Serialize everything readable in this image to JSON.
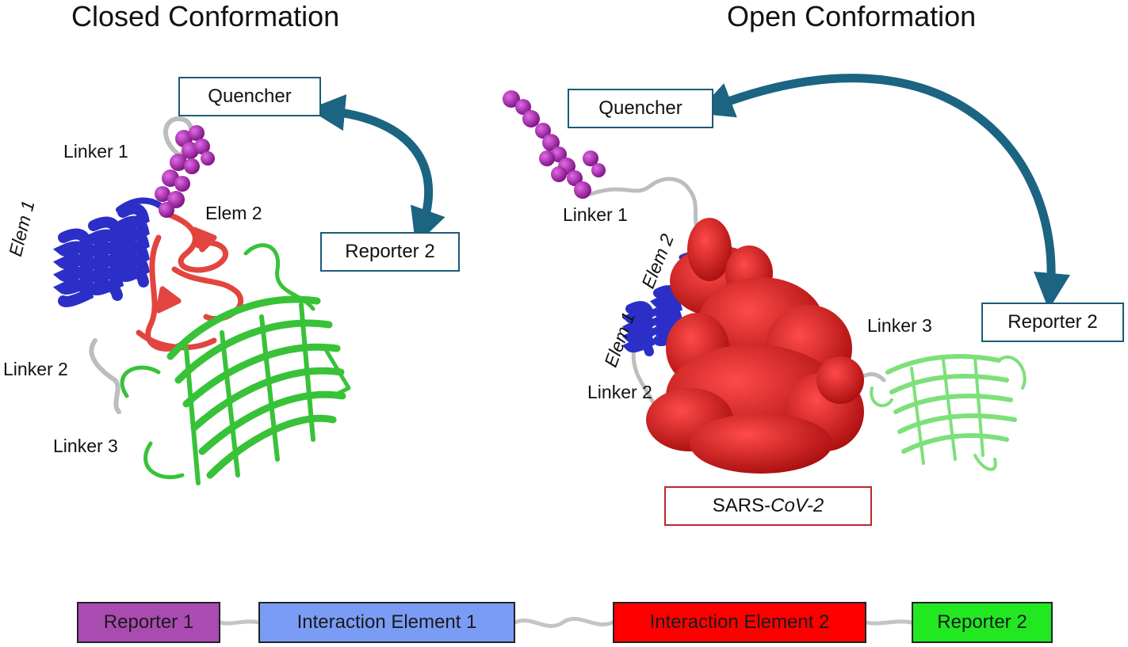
{
  "titles": {
    "closed": "Closed Conformation",
    "open": "Open Conformation"
  },
  "closed": {
    "quencher": "Quencher",
    "reporter2": "Reporter 2",
    "linker1": "Linker 1",
    "elem2": "Elem 2",
    "elem1": "Elem 1",
    "linker2": "Linker 2",
    "linker3": "Linker 3"
  },
  "open": {
    "quencher": "Quencher",
    "reporter2": "Reporter 2",
    "linker1": "Linker 1",
    "elem2": "Elem 2",
    "elem1": "Elem 1",
    "linker2": "Linker 2",
    "linker3": "Linker 3",
    "target_prefix": "SARS-",
    "target_italic": "CoV-2"
  },
  "construct": [
    {
      "label": "Reporter 1",
      "color": "#a94bb1"
    },
    {
      "label": "Interaction Element 1",
      "color": "#7b9cf5"
    },
    {
      "label": "Interaction Element 2",
      "color": "#ff0000"
    },
    {
      "label": "Reporter 2",
      "color": "#22e822"
    }
  ],
  "colors": {
    "arrow": "#1b6482",
    "helix": "#2b2fc7",
    "elem2_ribbon": "#e2453f",
    "barrel": "#38c238",
    "barrel_light": "#7de07a",
    "quencher": "#a021a8",
    "surface": "#d21818",
    "linker": "#b9b9b9"
  }
}
